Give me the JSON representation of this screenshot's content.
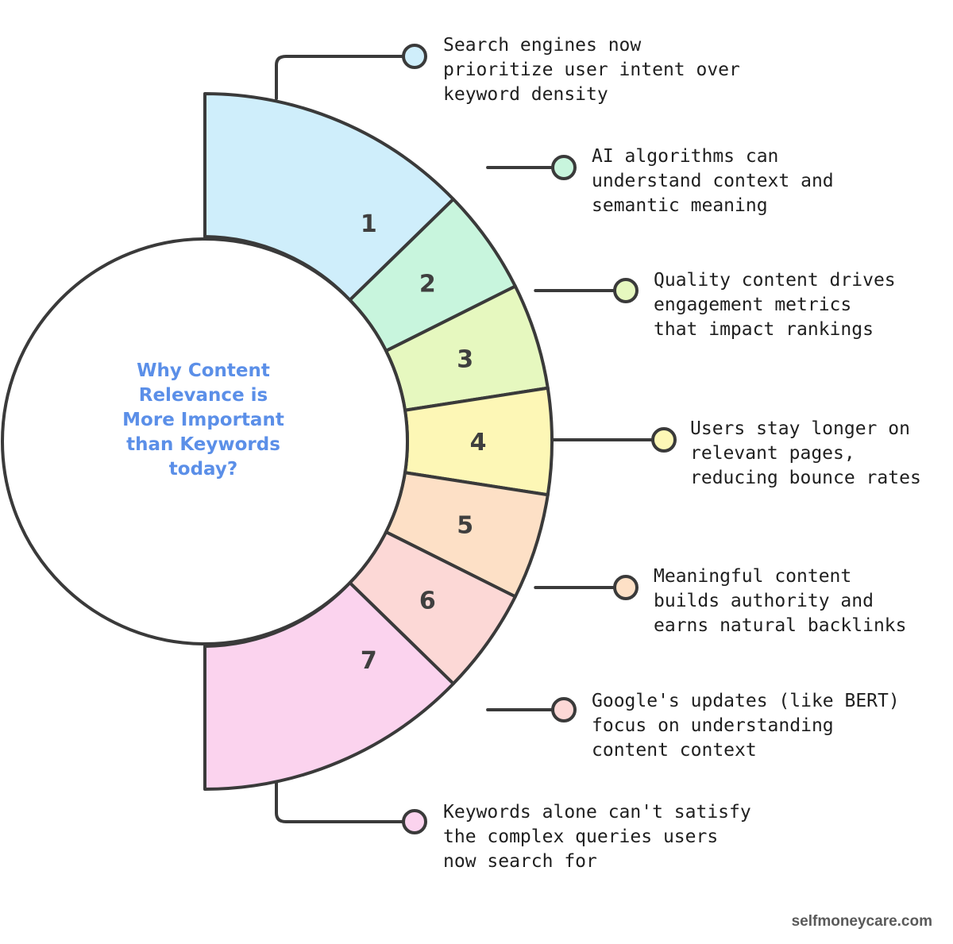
{
  "title_lines": [
    "Why Content",
    "Relevance is",
    "More Important",
    "than Keywords",
    "today?"
  ],
  "items": [
    {
      "number": "1",
      "color": "#cfeefb",
      "lines": [
        "Search engines now",
        "prioritize user intent over",
        "keyword density"
      ]
    },
    {
      "number": "2",
      "color": "#c8f5dd",
      "lines": [
        "AI algorithms can",
        "understand context and",
        "semantic meaning"
      ]
    },
    {
      "number": "3",
      "color": "#e6f8bf",
      "lines": [
        "Quality content drives",
        "engagement metrics",
        "that impact rankings"
      ]
    },
    {
      "number": "4",
      "color": "#fdf7b6",
      "lines": [
        "Users stay longer on",
        "relevant pages,",
        "reducing bounce rates"
      ]
    },
    {
      "number": "5",
      "color": "#fde0c6",
      "lines": [
        "Meaningful content",
        "builds authority and",
        "earns natural backlinks"
      ]
    },
    {
      "number": "6",
      "color": "#fcd8d6",
      "lines": [
        "Google's updates (like BERT)",
        "focus on understanding",
        "content context"
      ]
    },
    {
      "number": "7",
      "color": "#fbd3ee",
      "lines": [
        "Keywords alone can't satisfy",
        "the complex queries users",
        "now search for"
      ]
    }
  ],
  "footer": "selfmoneycare.com"
}
